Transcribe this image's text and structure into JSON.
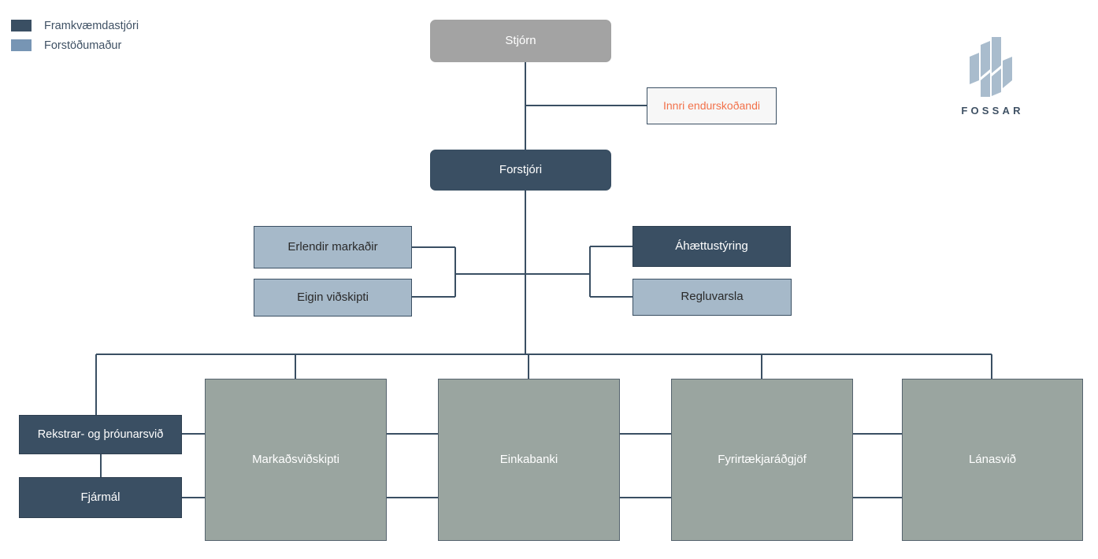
{
  "legend": {
    "items": [
      {
        "label": "Framkvæmdastjóri",
        "color": "#3a4f63"
      },
      {
        "label": "Forstöðumaður",
        "color": "#7795b4"
      }
    ]
  },
  "logo": {
    "wordmark": "FOSSAR",
    "mark_color": "#a9bccd",
    "word_color": "#3f5164"
  },
  "colors": {
    "board": "#a3a3a3",
    "executive": "#3a4f63",
    "manager": "#a6b9c9",
    "division": "#9aa5a0",
    "audit_text": "#f2714a",
    "audit_bg": "#f7f7f7",
    "connector": "#3a4f63"
  },
  "nodes": {
    "board": {
      "label": "Stjórn"
    },
    "internal_auditor": {
      "label": "Innri endurskoðandi"
    },
    "ceo": {
      "label": "Forstjóri"
    },
    "foreign_markets": {
      "label": "Erlendir markaðir"
    },
    "proprietary_trading": {
      "label": "Eigin viðskipti"
    },
    "risk_management": {
      "label": "Áhættustýring"
    },
    "compliance": {
      "label": "Regluvarsla"
    },
    "operations_development": {
      "label": "Rekstrar- og þróunarsvið"
    },
    "finance": {
      "label": "Fjármál"
    },
    "market_trading": {
      "label": "Markaðsviðskipti"
    },
    "private_banking": {
      "label": "Einkabanki"
    },
    "corporate_advisory": {
      "label": "Fyrirtækjaráðgjöf"
    },
    "lending": {
      "label": "Lánasvið"
    }
  }
}
